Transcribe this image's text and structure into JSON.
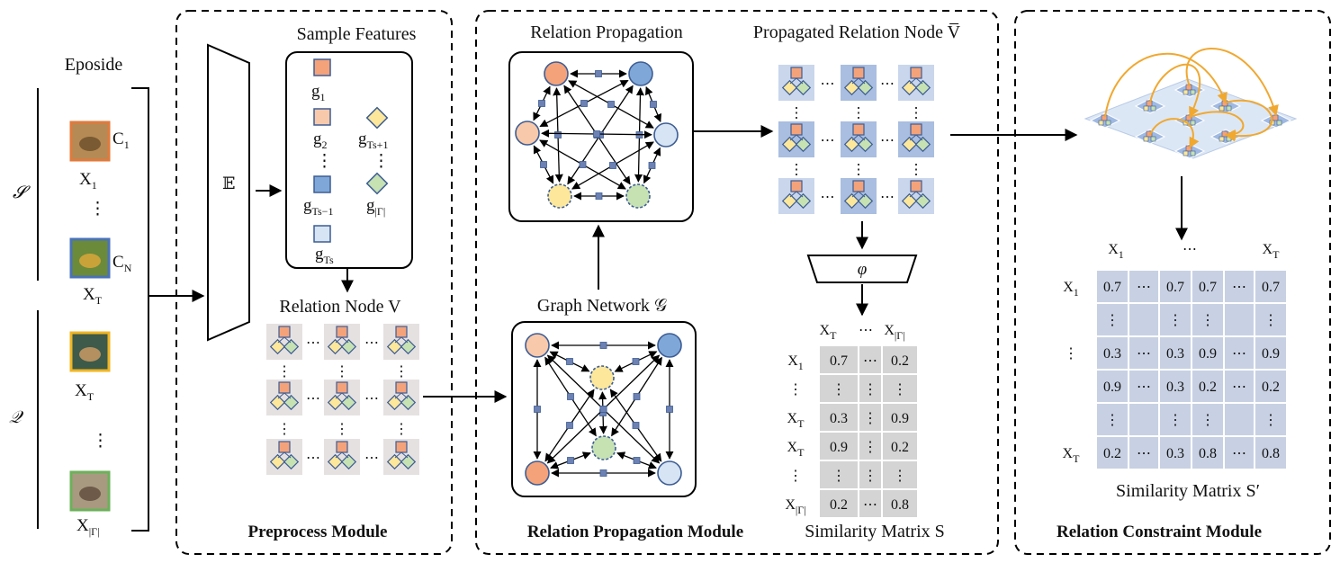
{
  "episode": {
    "title": "Eposide",
    "set_support": "𝓢",
    "set_query": "𝒬",
    "class_first": "C",
    "class_first_sub": "1",
    "class_last": "C",
    "class_last_sub": "N",
    "x1": "X",
    "x1_sub": "1",
    "xts": "X",
    "xts_sub": "T",
    "xts1": "X",
    "xts1_sub": "T",
    "xgamma": "X",
    "xgamma_sub": "|Γ|",
    "dots": "⋮",
    "photos": [
      {
        "name": "support-photo-1",
        "frame": "#e07a3c",
        "bg": "#b58a55",
        "fg": "#7a5a32"
      },
      {
        "name": "support-photo-n",
        "frame": "#4a72b8",
        "bg": "#6b8a3a",
        "fg": "#c9a23a"
      },
      {
        "name": "query-photo-1",
        "frame": "#f0b522",
        "bg": "#3d5a4a",
        "fg": "#b49060"
      },
      {
        "name": "query-photo-gamma",
        "frame": "#6bb15a",
        "bg": "#a89a80",
        "fg": "#6e5a48"
      }
    ]
  },
  "preprocess": {
    "encoder": "𝔼",
    "sample_features_title": "Sample Features",
    "features": [
      {
        "label": "g",
        "sub": "1"
      },
      {
        "label": "g",
        "sub": "2"
      },
      {
        "label": "g",
        "sub": "T"
      },
      {
        "label": "g",
        "sub": "T"
      },
      {
        "label": "g",
        "sub": "T"
      },
      {
        "label": "g",
        "sub": "|Γ|"
      }
    ],
    "relation_node_title": "Relation Node V",
    "module_title": "Preprocess Module"
  },
  "propagation": {
    "relation_propagation_title": "Relation Propagation",
    "graph_network_title": "Graph Network 𝒢",
    "module_title": "Relation Propagation Module"
  },
  "propagated": {
    "title": "Propagated Relation Node V̅",
    "phi": "φ",
    "sim_matrix_title": "Similarity Matrix S",
    "col_headers": [
      {
        "t": "X",
        "s": "T"
      },
      {
        "t": "X",
        "s": "|Γ|"
      }
    ],
    "row_headers": [
      {
        "t": "X",
        "s": "1"
      },
      {
        "t": "⋮",
        "s": ""
      },
      {
        "t": "X",
        "s": "T"
      },
      {
        "t": "X",
        "s": "T"
      },
      {
        "t": "⋮",
        "s": ""
      },
      {
        "t": "X",
        "s": "|Γ|"
      }
    ],
    "cells": [
      [
        "0.7",
        "⋯",
        "0.2"
      ],
      [
        "⋮",
        "⋮",
        "⋮"
      ],
      [
        "0.3",
        "⋮",
        "0.9"
      ],
      [
        "0.9",
        "⋮",
        "0.2"
      ],
      [
        "⋮",
        "⋮",
        "⋮"
      ],
      [
        "0.2",
        "⋯",
        "0.8"
      ]
    ]
  },
  "constraint": {
    "module_title": "Relation Constraint Module",
    "sim_matrix_title": "Similarity Matrix S′",
    "col_headers": [
      {
        "t": "X",
        "s": "1"
      },
      {
        "t": "⋯",
        "s": ""
      },
      {
        "t": "X",
        "s": "T"
      }
    ],
    "row_headers": [
      {
        "t": "X",
        "s": "1"
      },
      {
        "t": "",
        "s": ""
      },
      {
        "t": "⋮",
        "s": ""
      },
      {
        "t": "",
        "s": ""
      },
      {
        "t": "",
        "s": ""
      },
      {
        "t": "X",
        "s": "T"
      }
    ],
    "cells": [
      [
        "0.7",
        "⋯",
        "0.7",
        "0.7",
        "⋯",
        "0.7"
      ],
      [
        "⋮",
        "",
        "⋮",
        "⋮",
        "",
        "⋮"
      ],
      [
        "0.3",
        "⋯",
        "0.3",
        "0.9",
        "⋯",
        "0.9"
      ],
      [
        "0.9",
        "⋯",
        "0.3",
        "0.2",
        "⋯",
        "0.2"
      ],
      [
        "⋮",
        "",
        "⋮",
        "⋮",
        "",
        "⋮"
      ],
      [
        "0.2",
        "⋯",
        "0.3",
        "0.8",
        "⋯",
        "0.8"
      ]
    ]
  },
  "colors": {
    "orange": "#f4a27a",
    "peach": "#f8c9aa",
    "blue": "#7fa8d8",
    "lightblue": "#d6e4f3",
    "yellow": "#fce79a",
    "green": "#c6e1b2",
    "matrix_s": "#d4d4d4",
    "matrix_s2": "#c8d1e3",
    "node_bg": "#e6e1e1",
    "prop_bg": "#c9d6ec"
  }
}
